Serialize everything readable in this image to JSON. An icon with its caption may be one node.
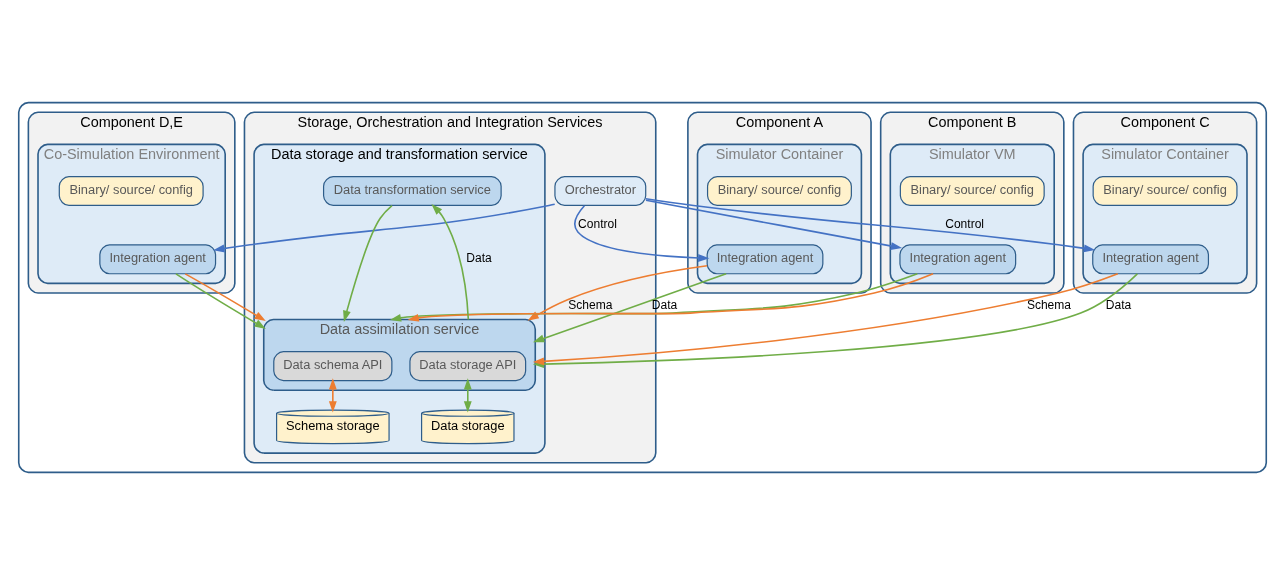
{
  "diagram": {
    "nodes": [
      {
        "text": [],
        "shape": "box"
      },
      {
        "text": [
          "Component A"
        ],
        "in": 0
      },
      {
        "text": [
          "Simulator Container"
        ],
        "in": 1
      },
      {
        "text": [
          "Integration agent"
        ],
        "in": 2
      },
      {
        "text": [
          "Binary/ source/ config"
        ],
        "in": 2
      },
      {
        "text": [
          "Component B"
        ],
        "in": 0
      },
      {
        "text": [
          "Simulator VM"
        ],
        "in": 5
      },
      {
        "text": [
          "Integration agent"
        ],
        "in": 6
      },
      {
        "text": [
          "Binary/ source/ config"
        ],
        "in": 6
      },
      {
        "text": [
          "Storage, Orchestration and Integration Services"
        ],
        "in": 0
      },
      {
        "text": [
          "Orchestrator"
        ],
        "in": 9
      },
      {
        "text": [
          "Data storage and transformation service"
        ],
        "in": 9
      },
      {
        "text": [
          "Data transformation service"
        ],
        "in": 11
      },
      {
        "text": [
          "Data assimilation service"
        ],
        "in": 11
      },
      {
        "text": [
          "Data storage API"
        ],
        "in": 13
      },
      {
        "text": [
          "Data schema API"
        ],
        "in": 13
      },
      {
        "text": [
          "Data storage"
        ],
        "in": 11
      },
      {
        "text": [
          "Schema storage"
        ],
        "in": 11
      },
      {
        "text": [
          "Component C"
        ],
        "in": 0
      },
      {
        "text": [
          "Simulator Container"
        ],
        "in": 18
      },
      {
        "text": [
          "Integration agent"
        ],
        "in": 19
      },
      {
        "text": [
          "Binary/ source/ config"
        ],
        "in": 19
      },
      {
        "text": [
          "Component D,E"
        ],
        "in": 0
      },
      {
        "text": [
          "Co-Simulation Environment"
        ],
        "in": 22
      },
      {
        "text": [
          "Integration agent"
        ],
        "in": 23
      },
      {
        "text": [
          "Binary/ source/ config"
        ],
        "in": 23
      }
    ],
    "edges": [
      {
        "from": 10,
        "to": 3,
        "arrow": "to",
        "label": "Control",
        "color": "#4472c4"
      },
      {
        "from": 10,
        "to": 7,
        "arrow": "to",
        "color": "#4472c4"
      },
      {
        "from": 3,
        "to": 13,
        "arrow": "to",
        "label": "Data",
        "color": "#70ad47"
      },
      {
        "from": 7,
        "to": 13,
        "arrow": "to",
        "color": "#70ad47"
      },
      {
        "from": 3,
        "to": 13,
        "arrow": "to",
        "label": "Schema",
        "color": "#ed7d31"
      },
      {
        "from": 7,
        "to": 13,
        "arrow": "to",
        "color": "#ed7d31"
      },
      {
        "from": 10,
        "to": 20,
        "arrow": "to",
        "label": "Control",
        "color": "#4472c4"
      },
      {
        "from": 10,
        "to": 24,
        "arrow": "to",
        "color": "#4472c4"
      },
      {
        "from": 20,
        "to": 13,
        "arrow": "to",
        "label": "Data",
        "color": "#70ad47"
      },
      {
        "from": 24,
        "to": 13,
        "arrow": "to",
        "color": "#70ad47"
      },
      {
        "from": 20,
        "to": 13,
        "arrow": "to",
        "label": "Schema",
        "color": "#ed7d31"
      },
      {
        "from": 24,
        "to": 13,
        "arrow": "to",
        "color": "#ed7d31"
      },
      {
        "from": 13,
        "to": 12,
        "arrow": "to",
        "label": "Data",
        "color": "#70ad47"
      },
      {
        "from": 12,
        "to": 13,
        "arrow": "to",
        "color": "#70ad47"
      },
      {
        "from": 14,
        "to": 16,
        "arrow": "both",
        "color": "#70ad47"
      },
      {
        "from": 15,
        "to": 17,
        "arrow": "both",
        "color": "#ed7d31"
      }
    ]
  }
}
